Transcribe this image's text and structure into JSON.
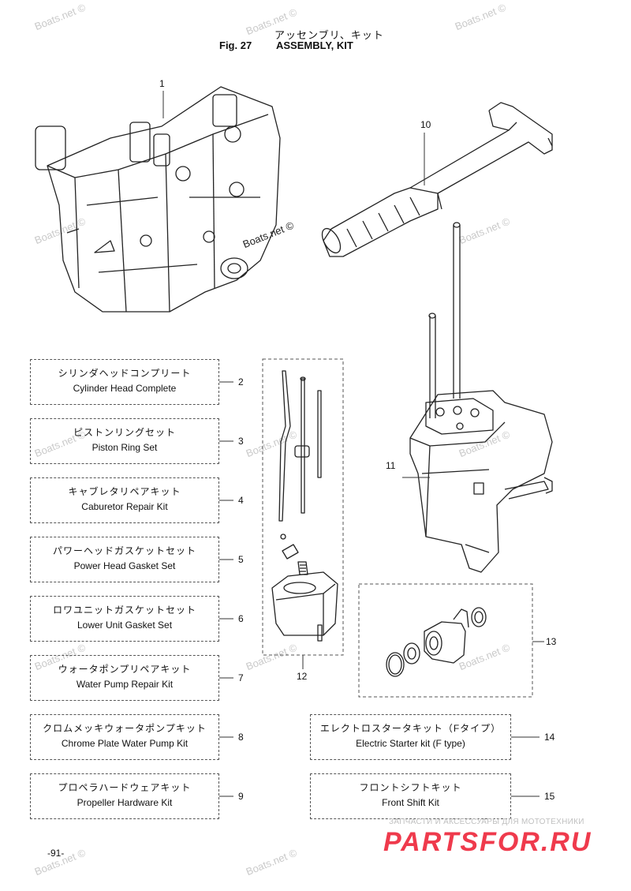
{
  "header": {
    "title_jp": "アッセンブリ、キット",
    "fig_label": "Fig. 27",
    "title_en": "ASSEMBLY, KIT"
  },
  "watermark": "Boats.net ©",
  "kits_left": [
    {
      "jp": "シリンダヘッドコンプリート",
      "en": "Cylinder Head Complete",
      "num": "2"
    },
    {
      "jp": "ピストンリングセット",
      "en": "Piston Ring Set",
      "num": "3"
    },
    {
      "jp": "キャブレタリペアキット",
      "en": "Caburetor Repair Kit",
      "num": "4"
    },
    {
      "jp": "パワーヘッドガスケットセット",
      "en": "Power Head Gasket Set",
      "num": "5"
    },
    {
      "jp": "ロワユニットガスケットセット",
      "en": "Lower Unit Gasket Set",
      "num": "6"
    },
    {
      "jp": "ウォータポンプリペアキット",
      "en": "Water Pump Repair Kit",
      "num": "7"
    },
    {
      "jp": "クロムメッキウォータポンプキット",
      "en": "Chrome Plate Water Pump Kit",
      "num": "8"
    },
    {
      "jp": "プロペラハードウェアキット",
      "en": "Propeller Hardware Kit",
      "num": "9"
    }
  ],
  "kits_right": [
    {
      "jp": "エレクトロスタータキット（Fタイプ）",
      "en": "Electric Starter kit (F type)",
      "num": "14"
    },
    {
      "jp": "フロントシフトキット",
      "en": "Front Shift Kit",
      "num": "15"
    }
  ],
  "callouts": {
    "powerhead": "1",
    "tiller": "10",
    "lower_unit": "11",
    "shift_kit": "12",
    "starter": "13"
  },
  "footer": {
    "page_number": "-91-",
    "brand_subtitle": "ЗАПЧАСТИ И АКСЕССУАРЫ ДЛЯ МОТОТЕХНИКИ",
    "brand": "PARTSFOR.RU"
  }
}
